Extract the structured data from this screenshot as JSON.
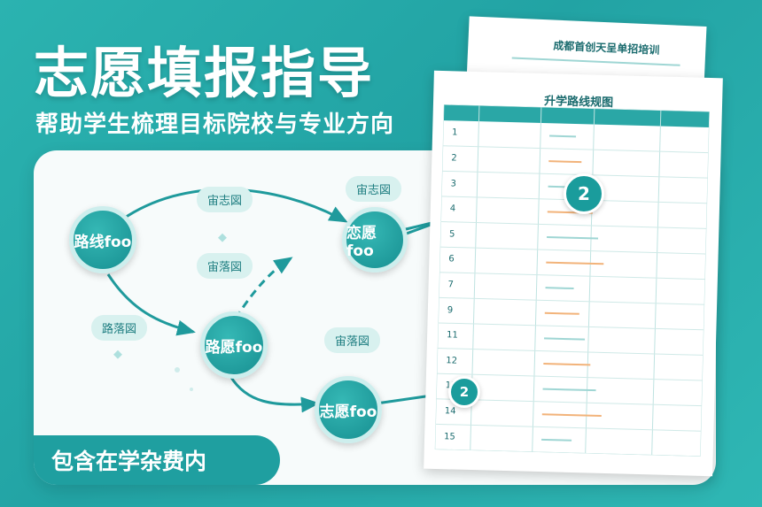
{
  "header": {
    "title": "志愿填报指导",
    "subtitle": "帮助学生梳理目标院校与专业方向"
  },
  "flow": {
    "nodes": [
      "路线foo",
      "路愿foo",
      "恋愿foo",
      "志愿foo"
    ],
    "pills": [
      "宙志図",
      "宙志図",
      "宙落図",
      "路落図",
      "宙落図"
    ]
  },
  "banner": {
    "text": "包含在学杂费内"
  },
  "document": {
    "back_title": "成都首创天呈单招培训",
    "front_title": "升学路线规图",
    "row_numbers": [
      "1",
      "2",
      "3",
      "4",
      "5",
      "6",
      "7",
      "9",
      "11",
      "12",
      "13",
      "14",
      "15"
    ],
    "badge_top": "2",
    "badge_bottom": "2"
  },
  "colors": {
    "brand": "#22a3a4",
    "node": "#178f91"
  }
}
